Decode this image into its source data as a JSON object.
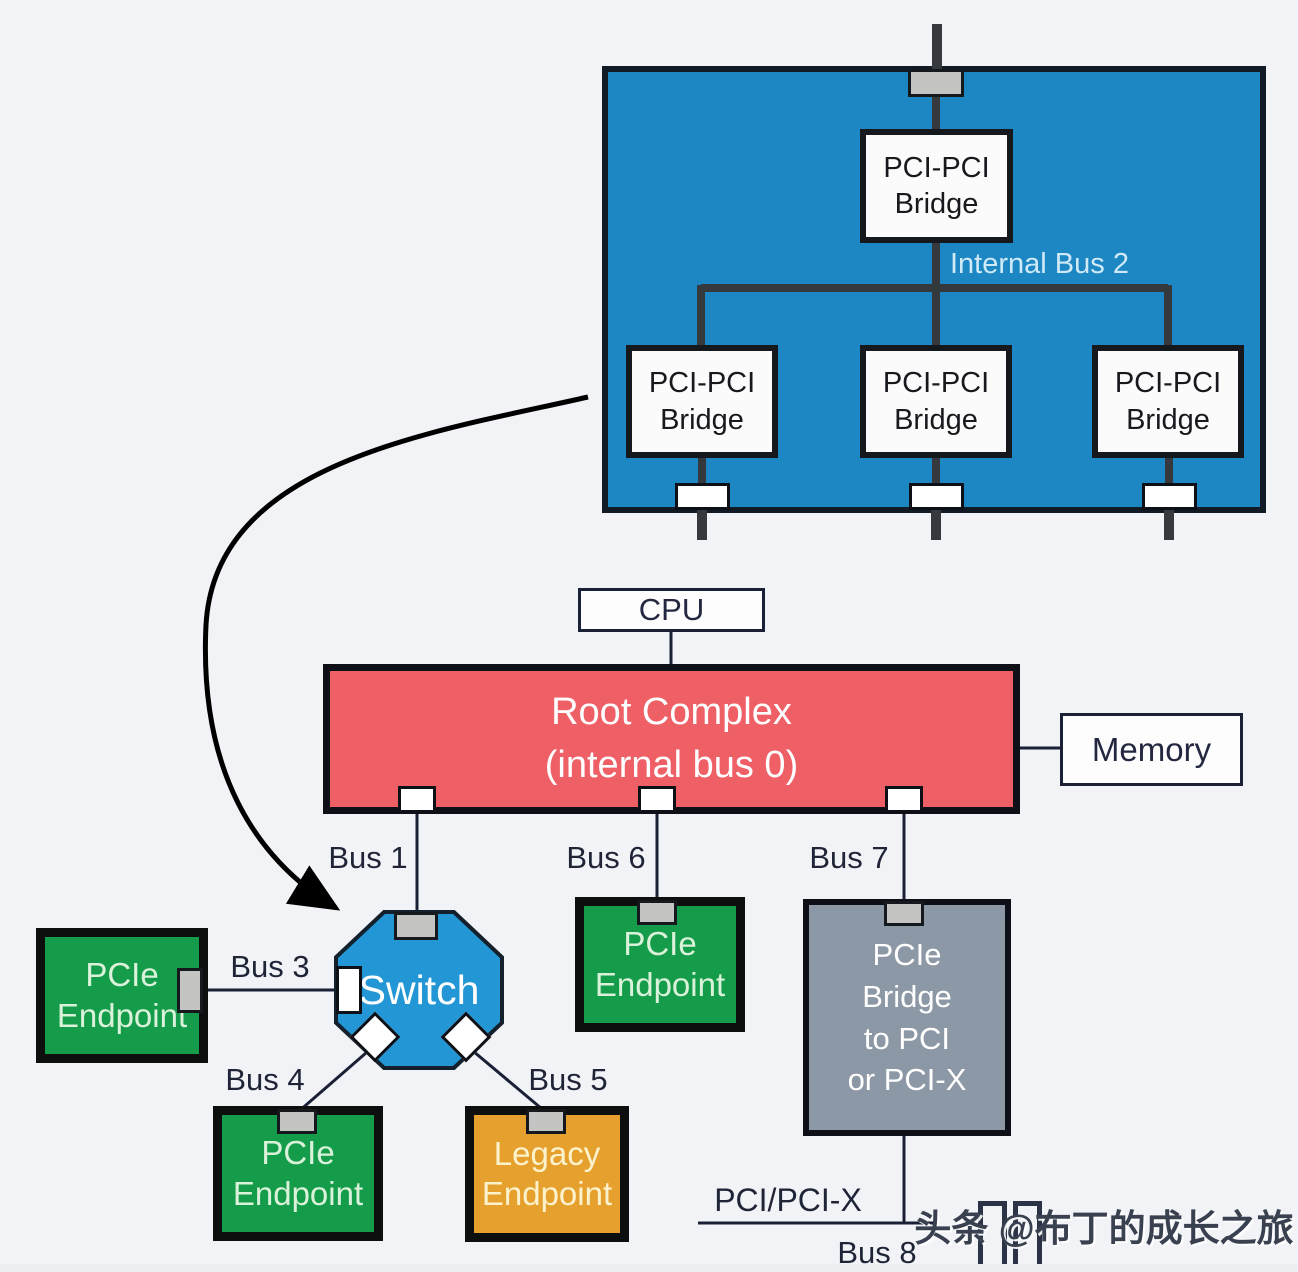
{
  "colors": {
    "background": "#f2f3f7",
    "switch_detail_blue": "#1d87c3",
    "switch_octagon_blue": "#2397d6",
    "root_complex_red": "#ee5f66",
    "endpoint_green": "#149c4a",
    "legacy_orange": "#e6a02e",
    "pci_bridge_gray": "#8d98a6",
    "connector_gray": "#c4c4c2",
    "internal_line_dark": "#35393d",
    "label_navy": "#1f2537"
  },
  "switch_internal": {
    "upstream_bridge_label": "PCI-PCI\nBridge",
    "internal_bus_label": "Internal Bus 2",
    "downstream_bridges": [
      {
        "label": "PCI-PCI\nBridge"
      },
      {
        "label": "PCI-PCI\nBridge"
      },
      {
        "label": "PCI-PCI\nBridge"
      }
    ]
  },
  "topology": {
    "cpu_label": "CPU",
    "root_complex_label": "Root Complex\n(internal bus 0)",
    "memory_label": "Memory",
    "switch_label": "Switch",
    "bus_labels": {
      "bus1": "Bus 1",
      "bus3": "Bus 3",
      "bus4": "Bus 4",
      "bus5": "Bus 5",
      "bus6": "Bus 6",
      "bus7": "Bus 7",
      "bus8": "Bus 8"
    },
    "endpoints": {
      "left": "PCIe\nEndpoint",
      "bus4": "PCIe\nEndpoint",
      "legacy": "Legacy\nEndpoint",
      "bus6": "PCIe\nEndpoint"
    },
    "pcie_to_pci_bridge_label": "PCIe\nBridge\nto PCI\nor PCI-X",
    "pci_bus_label": "PCI/PCI-X"
  },
  "watermark": {
    "text": "头条 @布丁的成长之旅"
  }
}
